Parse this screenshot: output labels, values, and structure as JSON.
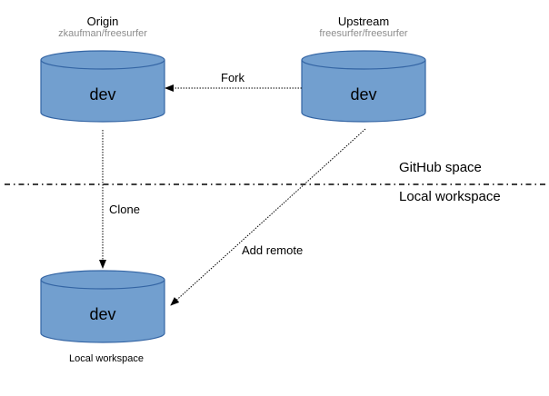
{
  "origin": {
    "title": "Origin",
    "subtitle": "zkaufman/freesurfer",
    "branch": "dev"
  },
  "upstream": {
    "title": "Upstream",
    "subtitle": "freesurfer/freesurfer",
    "branch": "dev"
  },
  "local": {
    "branch": "dev",
    "caption": "Local workspace"
  },
  "edges": {
    "fork": "Fork",
    "clone": "Clone",
    "add_remote": "Add remote"
  },
  "regions": {
    "github": "GitHub space",
    "local": "Local workspace"
  },
  "colors": {
    "cylinder_fill": "#729fcf",
    "cylinder_stroke": "#3465a4"
  }
}
